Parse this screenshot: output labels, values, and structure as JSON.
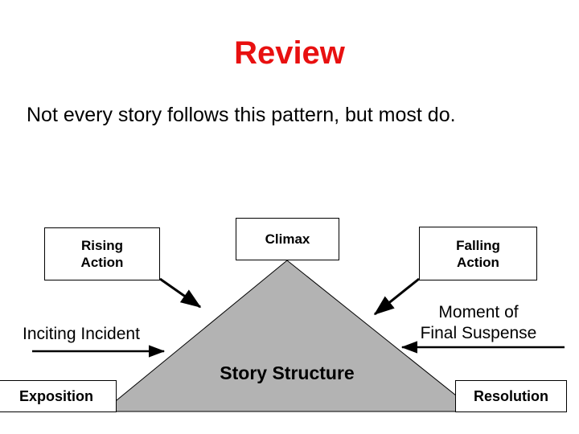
{
  "slide": {
    "title": "Review",
    "body": "Not every story follows this pattern, but most do.",
    "background_color": "#ffffff",
    "title_color": "#e81010"
  },
  "diagram": {
    "name": "story-structure-plot-diagram",
    "shape": "triangle",
    "triangle_fill": "#b3b3b3",
    "triangle_stroke": "#000000",
    "center_label": "Story Structure",
    "boxes": [
      {
        "id": "rising-action",
        "label": "Rising\nAction"
      },
      {
        "id": "climax",
        "label": "Climax"
      },
      {
        "id": "falling-action",
        "label": "Falling\nAction"
      },
      {
        "id": "exposition",
        "label": "Exposition"
      },
      {
        "id": "resolution",
        "label": "Resolution"
      }
    ],
    "labels": [
      {
        "id": "inciting-incident",
        "text": "Inciting Incident"
      },
      {
        "id": "moment-of-final-suspense",
        "text": "Moment of\nFinal Suspense"
      }
    ],
    "arrows": [
      {
        "id": "rising-action-arrow",
        "direction": "down-right"
      },
      {
        "id": "falling-action-arrow",
        "direction": "down-left"
      },
      {
        "id": "inciting-incident-arrow",
        "direction": "right"
      },
      {
        "id": "final-suspense-arrow",
        "direction": "left"
      }
    ]
  }
}
